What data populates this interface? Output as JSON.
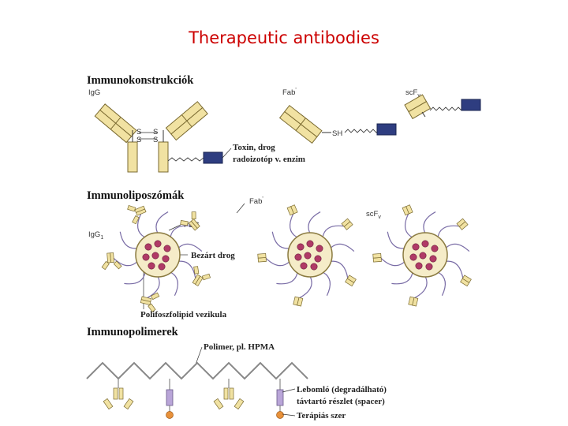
{
  "title": "Therapeutic antibodies",
  "colors": {
    "title": "#cc0000",
    "antibody_fill": "#f1e2a2",
    "antibody_stroke": "#7a6a30",
    "payload": "#2e3d80",
    "liposome_fill": "#f5ecc8",
    "drug": "#b03a66",
    "peg_chain": "#7a6da6",
    "polymer": "#888888",
    "spacer": "#b9a5d8",
    "drug_ball": "#e8913a"
  },
  "sections": {
    "immunoconstructs": {
      "heading": "Immunokonstrukciók",
      "igg_label": "IgG",
      "ss_label": "S",
      "fab_label": "Fab",
      "fab_prime": "'",
      "sh_label": "SH",
      "scfv_label": "scF",
      "scfv_sub": "v",
      "toxin_line1": "Toxin, drog",
      "toxin_line2": "radoizotóp v. enzim"
    },
    "immunoliposomes": {
      "heading": "Immunoliposzómák",
      "igg_label": "IgG",
      "igg_sub": "1",
      "peg_label": "PEG",
      "drug_label": "Bezárt drog",
      "vesicle_label": "Polifoszfolipid vezikula",
      "fab_label": "Fab",
      "fab_prime": "'",
      "scfv_label": "scF",
      "scfv_sub": "v"
    },
    "immunopolymers": {
      "heading": "Immunopolimerek",
      "polymer_label": "Polimer, pl. HPMA",
      "spacer_line1": "Lebomló (degradálható)",
      "spacer_line2": "távtartó részlet (spacer)",
      "drug_label": "Terápiás szer"
    }
  }
}
